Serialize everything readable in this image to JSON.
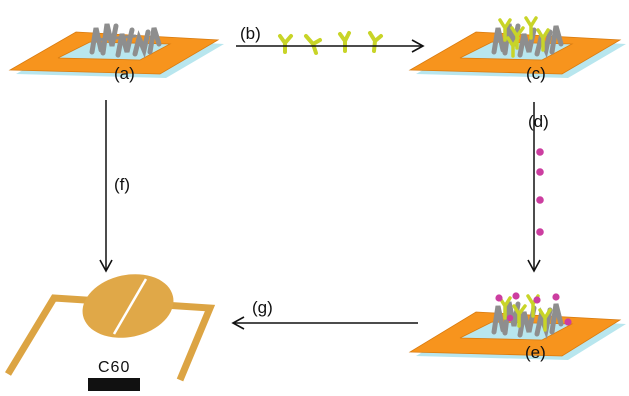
{
  "labels": {
    "a": "(a)",
    "b": "(b)",
    "c": "(c)",
    "d": "(d)",
    "e": "(e)",
    "f": "(f)",
    "g": "(g)",
    "device": "C60"
  },
  "colors": {
    "frame_orange": "#f7941d",
    "frame_edge": "#d97b0f",
    "frame_shadow": "#b8e6ee",
    "nanotube_gray": "#8e8e8e",
    "antibody_green": "#c8d428",
    "antigen_magenta": "#cc3ea0",
    "electrode_tan": "#dca443",
    "device_black": "#111111"
  }
}
